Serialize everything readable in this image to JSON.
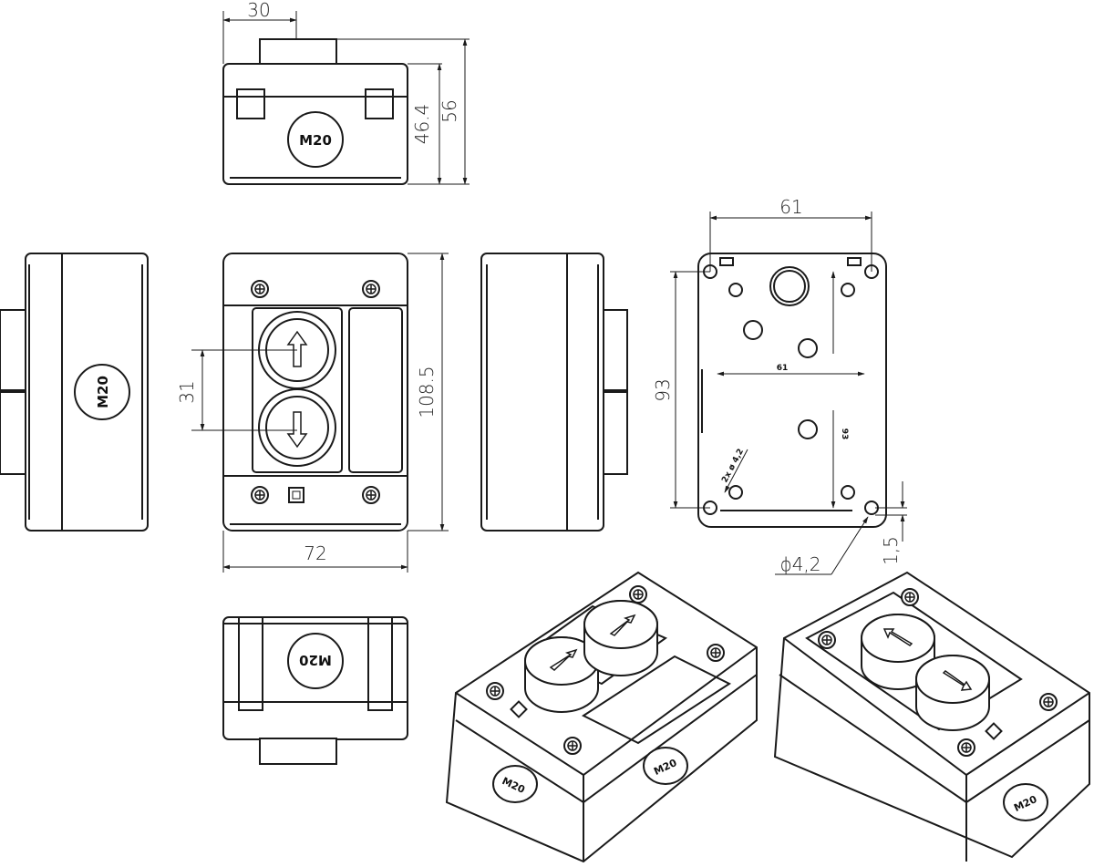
{
  "colors": {
    "line": "#1a1a1a",
    "background": "#ffffff"
  },
  "labels": {
    "gland": "M20"
  },
  "dimensions": {
    "top_width": "30",
    "top_depth_inner": "46.4",
    "top_depth_total": "56",
    "front_button_pitch": "31",
    "front_height": "108.5",
    "front_width": "72",
    "rear_width": "61",
    "rear_height": "93",
    "rear_inner_width": "61",
    "rear_inner_height": "93",
    "rear_hole_small": "2x ø 4,2",
    "rear_hole_diameter": "ϕ4,2",
    "rear_offset": "1,5"
  },
  "icons": [
    "screw-icon",
    "arrow-up-icon",
    "arrow-down-icon",
    "square-indicator-icon"
  ]
}
